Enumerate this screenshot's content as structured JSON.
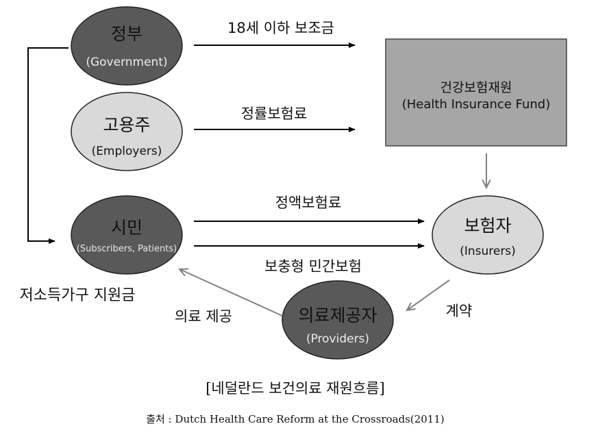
{
  "nodes": {
    "government": {
      "title": "정부",
      "subtitle": "(Government)"
    },
    "employers": {
      "title": "고용주",
      "subtitle": "(Employers)"
    },
    "citizens": {
      "title": "시민",
      "subtitle": "(Subscribers, Patients)"
    },
    "insurers": {
      "title": "보험자",
      "subtitle": "(Insurers)"
    },
    "providers": {
      "title": "의료제공자",
      "subtitle": "(Providers)"
    },
    "fund": {
      "title": "건강보험재원",
      "subtitle": "(Health Insurance Fund)"
    }
  },
  "edges": {
    "gov_to_fund": "18세 이하 보조금",
    "emp_to_fund": "정률보험료",
    "cit_to_ins_1": "정액보험료",
    "cit_to_ins_2": "보충형 민간보험",
    "gov_to_cit": "저소득가구 지원금",
    "prov_to_cit": "의료 제공",
    "ins_to_prov": "계약"
  },
  "caption": "[네덜란드 보건의료 재원흐름]",
  "source": "출처 : Dutch Health Care Reform at the Crossroads(2011)",
  "colors": {
    "dark_node": "#595959",
    "light_node": "#d9d9d9",
    "fund_box": "#a6a6a6",
    "arrow_black": "#000000",
    "arrow_gray": "#808080"
  }
}
